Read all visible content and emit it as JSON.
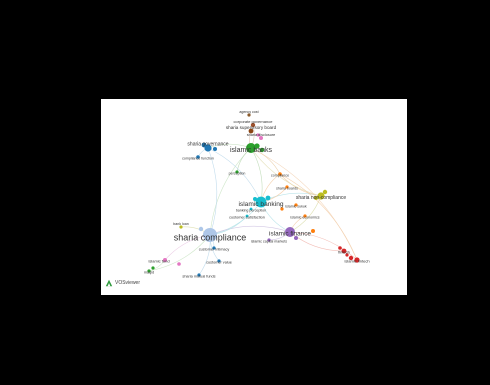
{
  "brand": {
    "logo_text": "VOSviewer",
    "logo_color": "#2e9a3c"
  },
  "network": {
    "nodes": [
      {
        "id": "agency-cost",
        "label": "agency cost",
        "color": "#8b5a2b"
      },
      {
        "id": "corporate-governance",
        "label": "corporate governance",
        "color": "#a0522d"
      },
      {
        "id": "sharia-supervisory-board",
        "label": "sharia supervisory board",
        "color": "#8b4513"
      },
      {
        "id": "sharia-disclosure",
        "label": "sharia disclosure",
        "color": "#e377c2"
      },
      {
        "id": "sharia-governance",
        "label": "sharia governance",
        "color": "#1f77b4"
      },
      {
        "id": "islamic-banks",
        "label": "islamic banks",
        "color": "#2ca02c"
      },
      {
        "id": "compliance-function",
        "label": "compliance function",
        "color": "#1f77b4"
      },
      {
        "id": "perception",
        "label": "perception",
        "color": "#2ca02c"
      },
      {
        "id": "compliance",
        "label": "compliance",
        "color": "#ff7f0e"
      },
      {
        "id": "sharia-boards",
        "label": "sharia boards",
        "color": "#ff7f0e"
      },
      {
        "id": "sharia-non-compliance",
        "label": "sharia non-compliance",
        "color": "#bcbd22"
      },
      {
        "id": "islamic-banking",
        "label": "islamic banking",
        "color": "#17becf"
      },
      {
        "id": "islamic-sukuk",
        "label": "islamic sukuk",
        "color": "#ff7f0e"
      },
      {
        "id": "banking-perception",
        "label": "banking perception",
        "color": "#17becf"
      },
      {
        "id": "customer-satisfaction",
        "label": "customer satisfaction",
        "color": "#17becf"
      },
      {
        "id": "islamic-economics",
        "label": "islamic economics",
        "color": "#ff7f0e"
      },
      {
        "id": "sharia-compliance",
        "label": "sharia compliance",
        "color": "#aec7e8"
      },
      {
        "id": "islamic-finance",
        "label": "islamic finance",
        "color": "#9467bd"
      },
      {
        "id": "islamic-capital-markets",
        "label": "islamic capital markets",
        "color": "#9467bd"
      },
      {
        "id": "bank-loan",
        "label": "bank loan",
        "color": "#bcbd22"
      },
      {
        "id": "customer-intimacy",
        "label": "customer intimacy",
        "color": "#1f77b4"
      },
      {
        "id": "fintech",
        "label": "fintech",
        "color": "#d62728"
      },
      {
        "id": "islamic-fintech",
        "label": "islamic fintech",
        "color": "#d62728"
      },
      {
        "id": "islamic-fund",
        "label": "islamic fund",
        "color": "#e377c2"
      },
      {
        "id": "customer-value",
        "label": "customer value",
        "color": "#1f77b4"
      },
      {
        "id": "maqid",
        "label": "maqid",
        "color": "#2ca02c"
      },
      {
        "id": "sharia-mutual-funds",
        "label": "sharia mutual funds",
        "color": "#1f77b4"
      }
    ]
  }
}
